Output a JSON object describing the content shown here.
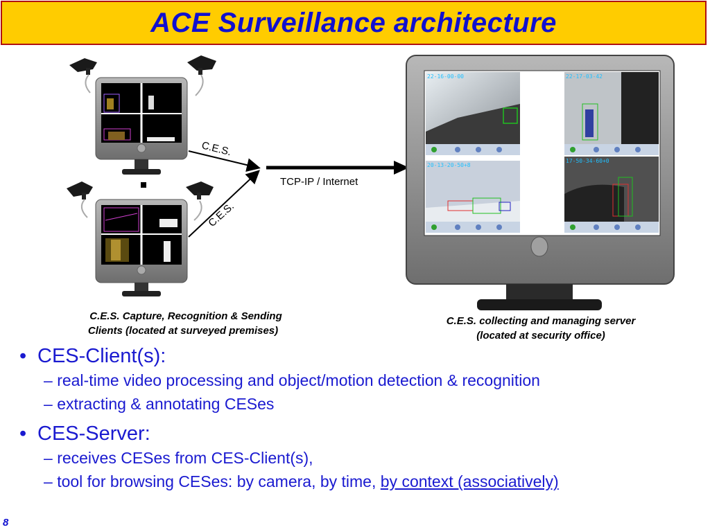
{
  "title": "ACE Surveillance architecture",
  "diagram": {
    "label_ces_top": "C.E.S.",
    "label_ces_bottom": "C.E.S.",
    "label_network": "TCP-IP / Internet",
    "clients_caption_line1": "C.E.S. Capture, Recognition & Sending",
    "clients_caption_line2": "Clients (located at surveyed premises)",
    "server_caption_line1": "C.E.S. collecting and managing server",
    "server_caption_line2": "(located at security office)",
    "server_tiles": [
      {
        "timestamp": "22-16-00-00"
      },
      {
        "timestamp": "22-17-03-42"
      },
      {
        "timestamp": "20-13-20-50+8"
      },
      {
        "timestamp": "17-50-34-60+0"
      }
    ]
  },
  "bullets": [
    {
      "marker": "•",
      "text": "CES-Client(s):",
      "subitems": [
        {
          "dash": "–",
          "text": "real-time video processing and object/motion detection & recognition"
        },
        {
          "dash": "–",
          "text": "extracting & annotating CESes"
        }
      ]
    },
    {
      "marker": "•",
      "text": "CES-Server:",
      "subitems": [
        {
          "dash": "–",
          "text": "receives CESes from CES-Client(s),"
        },
        {
          "dash": "–",
          "text": "tool for browsing CESes: by camera, by time, ",
          "link": "by context (associatively)"
        }
      ]
    }
  ],
  "page_number": "8",
  "colors": {
    "title_bg": "#ffcc00",
    "title_border": "#b01010",
    "text_blue": "#1a1ad0",
    "monitor_gray": "#8c8c8c"
  }
}
